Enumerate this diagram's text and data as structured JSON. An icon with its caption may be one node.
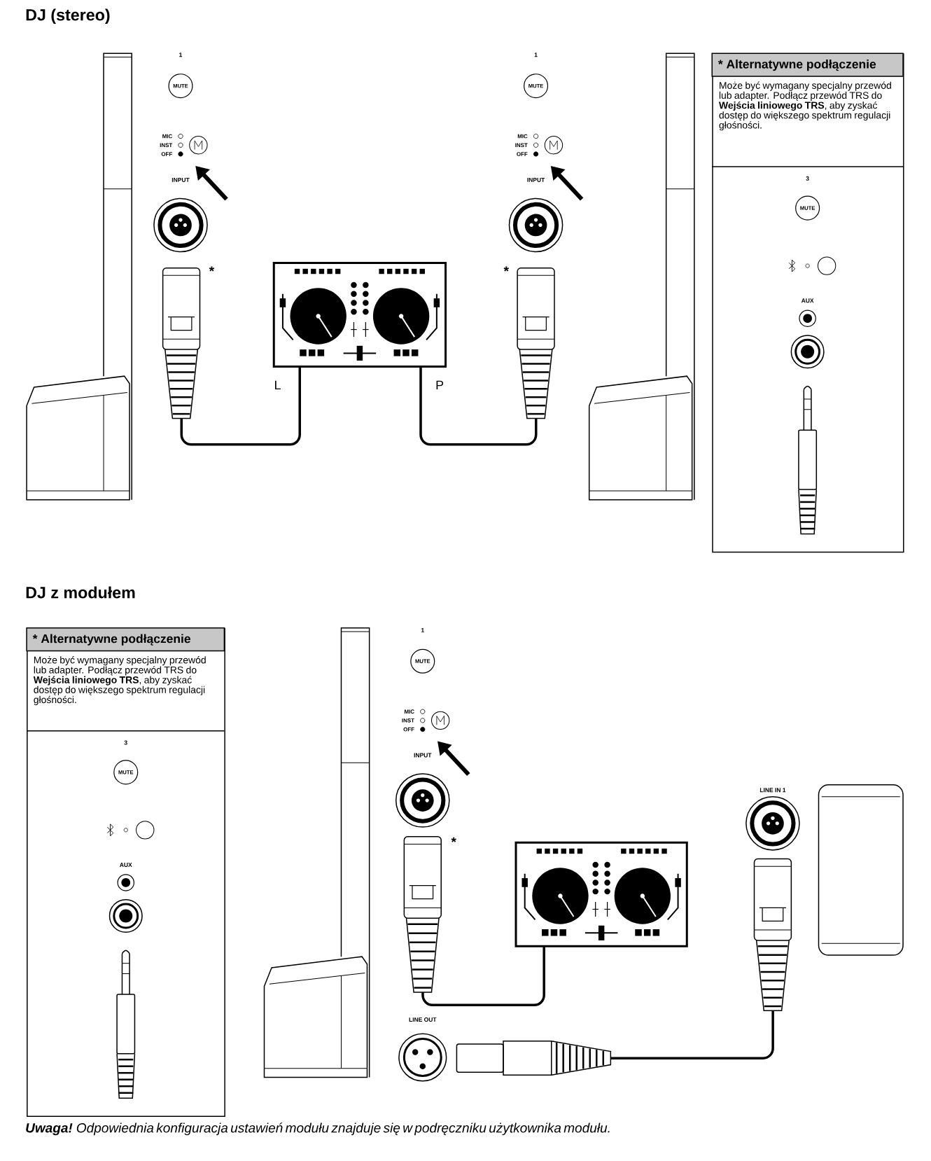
{
  "diagram": {
    "title": "DJ (stereo)",
    "caption": "**Uwaga!** Odpowiednia konfiguracja ustawień modułu znajduje się w podręczniku użytkownika modułu.",
    "nodes": [
      {
        "text": [],
        "shape": "picture"
      },
      {
        "text": [],
        "shape": "picture"
      },
      {
        "text": [],
        "shape": "picture"
      },
      {
        "text": [
          "* Alternatywne podłączenie",
          "Może być wymagany specjalny przewód lub adapter. Podłącz przewód TRS do **Wejścia liniowego TRS**, aby zyskać dostęp do większego spektrum regulacji głośności."
        ]
      },
      {
        "text": [
          "* Alternatywne podłączenie",
          "Może być wymagany specjalny przewód lub adapter. Podłącz przewód TRS do **Wejścia liniowego TRS**, aby zyskać dostęp do większego spektrum regulacji głośności."
        ]
      },
      {
        "text": [],
        "shape": "picture"
      },
      {
        "text": [],
        "shape": "picture"
      },
      {
        "text": [],
        "shape": "picture"
      },
      {
        "text": [],
        "shape": "picture"
      }
    ],
    "edges": [
      {
        "from": 1,
        "to": 0,
        "arrow": "none",
        "label": "L"
      },
      {
        "from": 1,
        "to": 2,
        "arrow": "none",
        "label": "P"
      },
      {
        "from": 6,
        "to": 5,
        "arrow": "none"
      },
      {
        "from": 7,
        "to": 8,
        "arrow": "none"
      }
    ],
    "labels": [
      "1",
      "MUTE",
      "MIC",
      "INST",
      "OFF",
      "INPUT",
      "*",
      "1",
      "MUTE",
      "MIC",
      "INST",
      "OFF",
      "INPUT",
      "*",
      "3",
      "MUTE",
      "AUX",
      "DJ z modułem",
      "3",
      "MUTE",
      "AUX",
      "1",
      "MUTE",
      "MIC",
      "INST",
      "OFF",
      "INPUT",
      "*",
      "LINE OUT",
      "LINE IN 1"
    ]
  }
}
